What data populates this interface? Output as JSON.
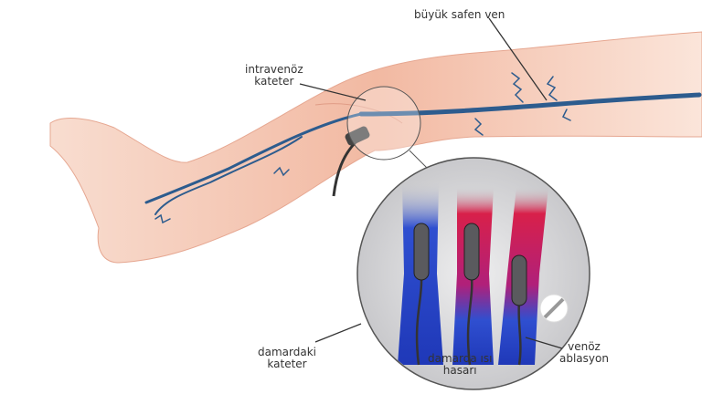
{
  "labels": {
    "great_saphenous_vein": "büyük safen ven",
    "iv_catheter_line1": "intravenöz",
    "iv_catheter_line2": "kateter",
    "catheter_in_vein_line1": "damardaki",
    "catheter_in_vein_line2": "kateter",
    "heat_damage_line1": "damarda ısı",
    "heat_damage_line2": "hasarı",
    "ablation_line1": "venöz",
    "ablation_line2": "ablasyon"
  },
  "colors": {
    "skin": "#f3c2ad",
    "vein": "#2d5c8e",
    "heat": "#d8204a",
    "blood_blue": "#1f3fc8",
    "lens_bg": "#d6d6d8"
  }
}
